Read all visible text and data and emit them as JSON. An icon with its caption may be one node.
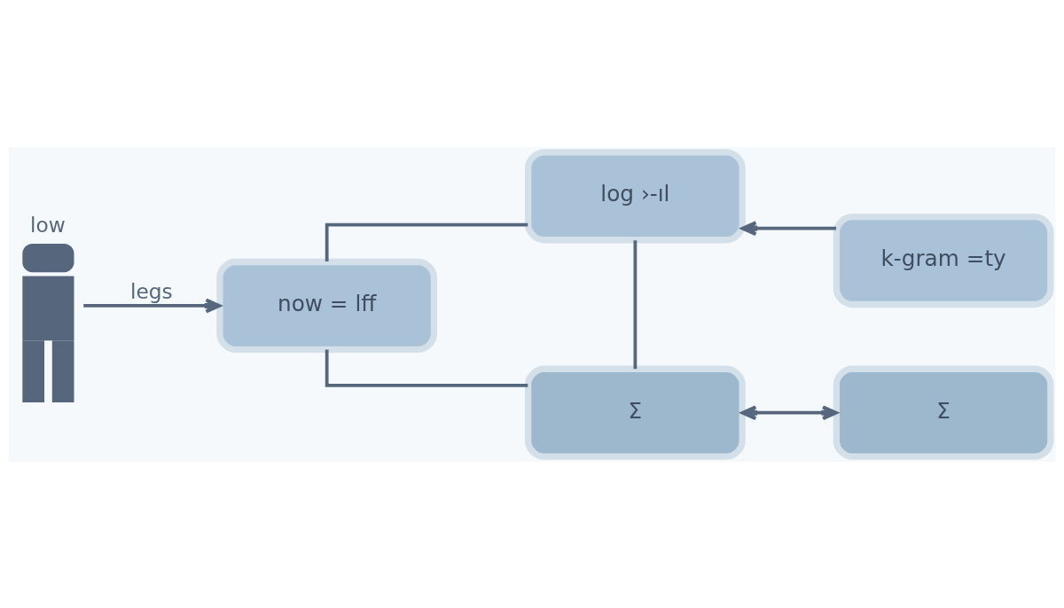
{
  "diagram": {
    "nodes": [
      {
        "text": [],
        "shape": "person",
        "beside": [
          "low"
        ]
      },
      {
        "text": [
          "now = lff"
        ]
      },
      {
        "text": [
          "log ›-ıl"
        ]
      },
      {
        "text": [
          "k-gram =ty"
        ]
      },
      {
        "text": [
          "Σ"
        ]
      },
      {
        "text": [
          "Σ"
        ]
      }
    ],
    "edges": [
      {
        "from": 0,
        "to": 1,
        "arrow": "to",
        "label": "legs"
      },
      {
        "from": 1,
        "to": 2,
        "arrow": "none"
      },
      {
        "from": 1,
        "to": 4,
        "arrow": "none"
      },
      {
        "from": 2,
        "to": 4,
        "arrow": "none"
      },
      {
        "from": 3,
        "to": 2,
        "arrow": "to"
      },
      {
        "from": 4,
        "to": 5,
        "arrow": "both"
      }
    ]
  }
}
